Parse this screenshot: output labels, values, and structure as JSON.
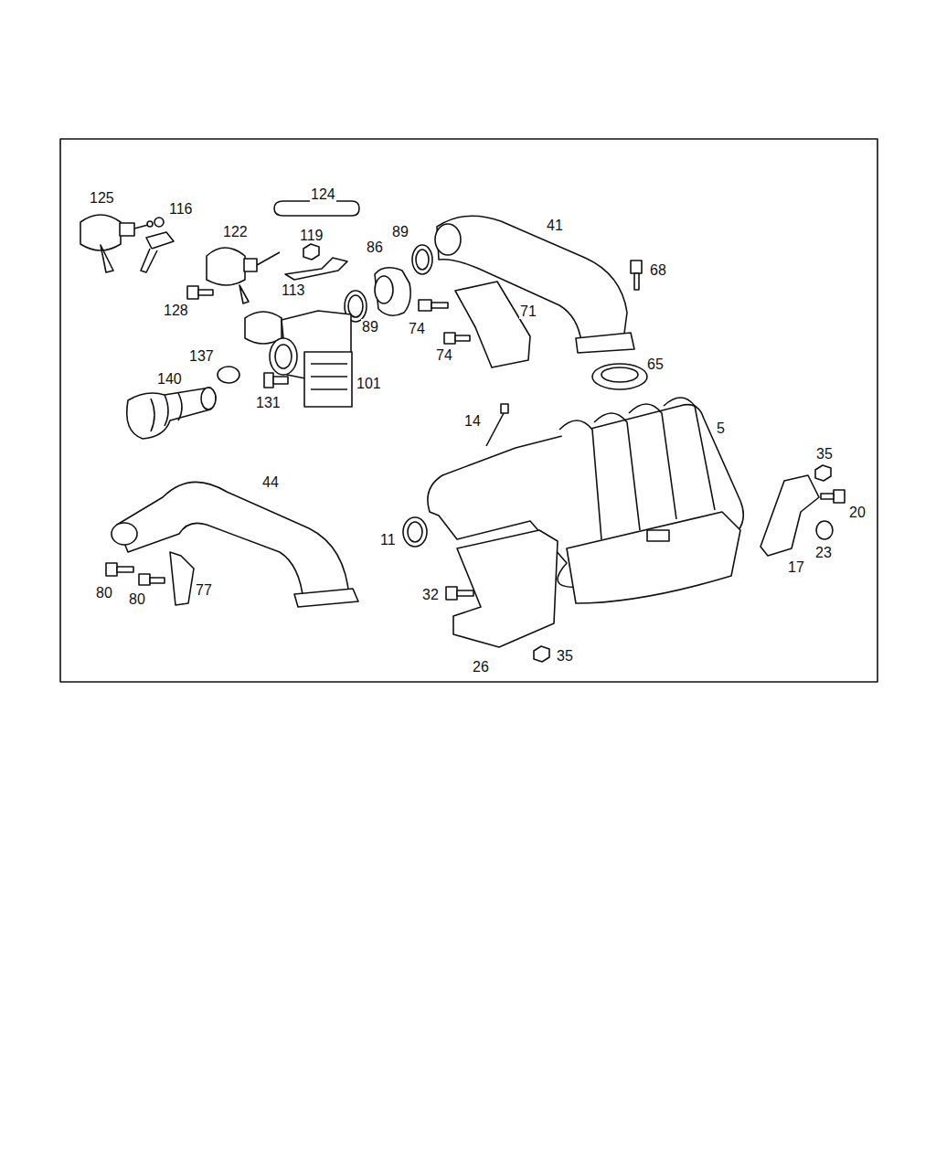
{
  "diagram": {
    "labels": [
      "125",
      "116",
      "124",
      "89",
      "41",
      "122",
      "119",
      "86",
      "68",
      "113",
      "71",
      "128",
      "89",
      "74",
      "74",
      "137",
      "65",
      "140",
      "101",
      "131",
      "14",
      "5",
      "35",
      "44",
      "20",
      "11",
      "23",
      "17",
      "80",
      "80",
      "77",
      "32",
      "35",
      "26"
    ]
  }
}
